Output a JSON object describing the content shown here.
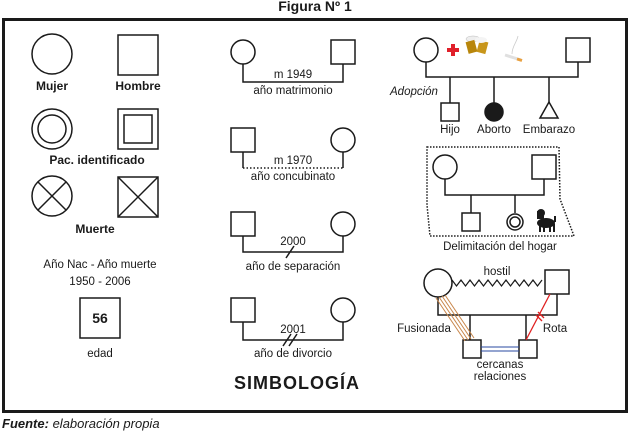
{
  "figure_title": "Figura Nº 1",
  "main_title": "SIMBOLOGÍA",
  "source": {
    "label": "Fuente:",
    "text": "elaboración propia"
  },
  "basic_symbols": {
    "female": "Mujer",
    "male": "Hombre",
    "identified_patient": "Pac. identificado",
    "death": "Muerte",
    "birth_death_label": "Año Nac - Año muerte",
    "birth_death_years": "1950 - 2006",
    "age_value": "56",
    "age_label": "edad"
  },
  "relationships": [
    {
      "year": "m 1949",
      "label": "año matrimonio",
      "type": "marriage"
    },
    {
      "year": "m 1970",
      "label": "año concubinato",
      "type": "cohabitation"
    },
    {
      "year": "2000",
      "label": "año de separación",
      "type": "separation"
    },
    {
      "year": "2001",
      "label": "año de divorcio",
      "type": "divorce"
    }
  ],
  "offspring": {
    "adoption_label": "Adopción",
    "child_label": "Hijo",
    "abortion_label": "Aborto",
    "pregnancy_label": "Embarazo",
    "icons": [
      "medical-cross-icon",
      "beer-mugs-icon",
      "cigarette-icon"
    ],
    "cross_color": "#e0202a",
    "beer_color": "#b8860b"
  },
  "household": {
    "label": "Delimitación del hogar",
    "pet_icon": "dog-icon"
  },
  "emotional": {
    "hostile": "hostil",
    "fused": "Fusionada",
    "broken": "Rota",
    "close_line1": "cercanas",
    "close_line2": "relaciones",
    "fused_color": "#c8864a",
    "broken_color": "#e02020",
    "close_color": "#2a4aa0"
  }
}
